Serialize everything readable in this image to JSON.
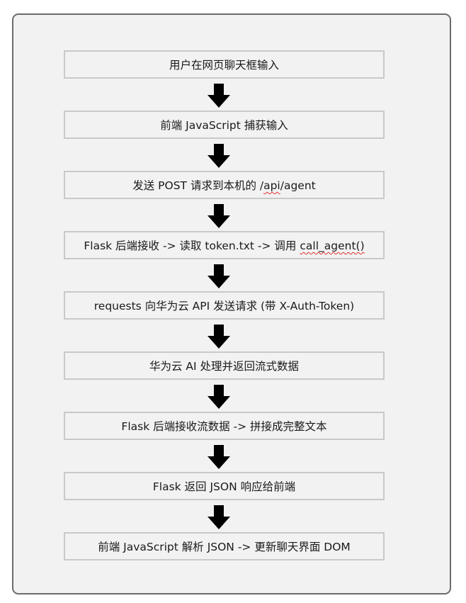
{
  "steps": [
    {
      "segments": [
        {
          "text": "用户在网页聊天框输入",
          "flagged": false
        }
      ]
    },
    {
      "segments": [
        {
          "text": "前端 JavaScript 捕获输入",
          "flagged": false
        }
      ]
    },
    {
      "segments": [
        {
          "text": "发送 POST 请求到本机的 /",
          "flagged": false
        },
        {
          "text": "api",
          "flagged": true
        },
        {
          "text": "/agent",
          "flagged": false
        }
      ]
    },
    {
      "segments": [
        {
          "text": "Flask 后端接收 -> 读取 token.txt -> 调用 ",
          "flagged": false
        },
        {
          "text": "call_agent()",
          "flagged": true
        }
      ]
    },
    {
      "segments": [
        {
          "text": "requests 向华为云 API 发送请求 (带 X-Auth-Token)",
          "flagged": false
        }
      ]
    },
    {
      "segments": [
        {
          "text": "华为云 AI 处理并返回流式数据",
          "flagged": false
        }
      ]
    },
    {
      "segments": [
        {
          "text": "Flask 后端接收流数据 -> 拼接成完整文本",
          "flagged": false
        }
      ]
    },
    {
      "segments": [
        {
          "text": "Flask 返回 JSON 响应给前端",
          "flagged": false
        }
      ]
    },
    {
      "segments": [
        {
          "text": "前端 JavaScript 解析 JSON -> 更新聊天界面 DOM",
          "flagged": false
        }
      ]
    }
  ],
  "colors": {
    "arrow": "#000000",
    "box_border": "#c9c9c9",
    "box_fill": "#f2f2f2",
    "frame_border": "#6b6b6b",
    "spell_underline": "#e0312f"
  },
  "icons": {
    "connector": "arrow-down-icon"
  }
}
